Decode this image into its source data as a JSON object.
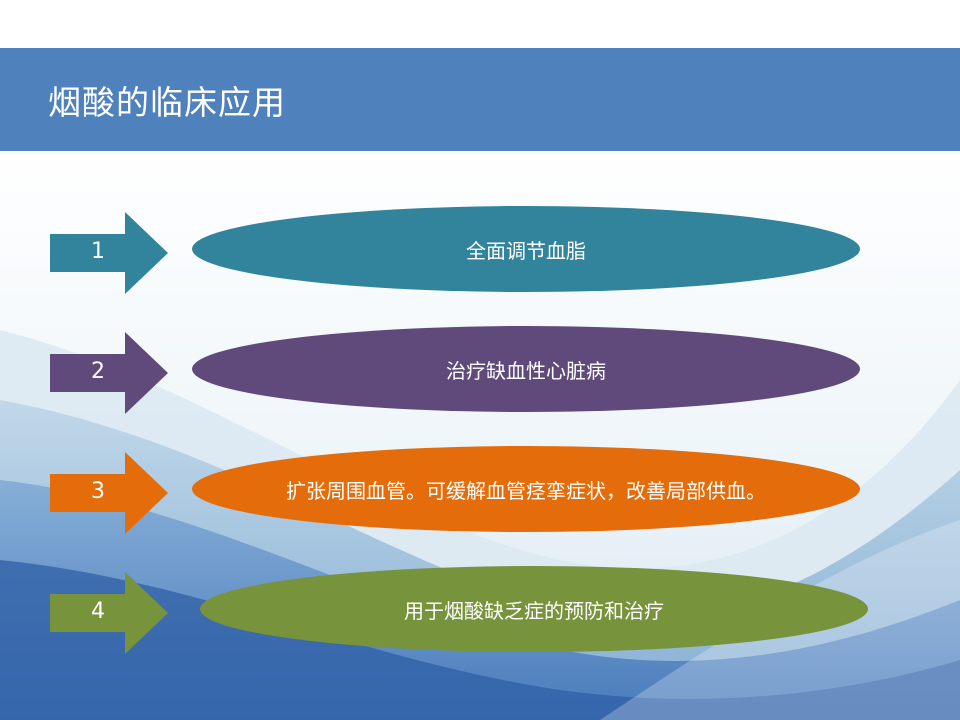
{
  "slide": {
    "title": "烟酸的临床应用"
  },
  "items": [
    {
      "number": "1",
      "text": "全面调节血脂",
      "color": "#31849b"
    },
    {
      "number": "2",
      "text": "治疗缺血性心脏病",
      "color": "#604a7b"
    },
    {
      "number": "3",
      "text": "扩张周围血管。可缓解血管痉挛症状，改善局部供血。",
      "color": "#e46c0a"
    },
    {
      "number": "4",
      "text": "用于烟酸缺乏症的预防和治疗",
      "color": "#77933c"
    }
  ]
}
